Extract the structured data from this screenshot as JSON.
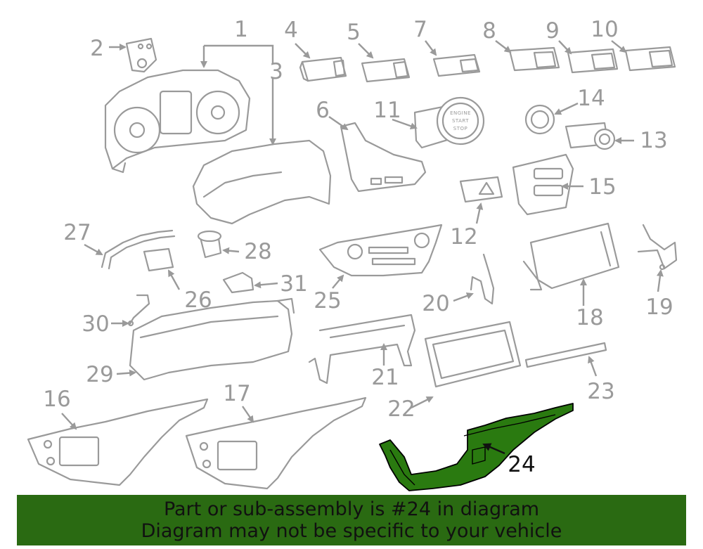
{
  "diagram": {
    "highlighted_part": "24",
    "highlight_color": "#2a7a10",
    "part_color": "#9a9a9a",
    "callouts": [
      "1",
      "2",
      "3",
      "4",
      "5",
      "6",
      "7",
      "8",
      "9",
      "10",
      "11",
      "12",
      "13",
      "14",
      "15",
      "16",
      "17",
      "18",
      "19",
      "20",
      "21",
      "22",
      "23",
      "24",
      "25",
      "26",
      "27",
      "28",
      "29",
      "30",
      "31"
    ],
    "start_button_text": [
      "ENGINE",
      "START",
      "STOP"
    ]
  },
  "banner": {
    "line1": "Part or sub-assembly is #24 in diagram",
    "line2": "Diagram may not be specific to your vehicle",
    "background": "#2a6a12"
  }
}
